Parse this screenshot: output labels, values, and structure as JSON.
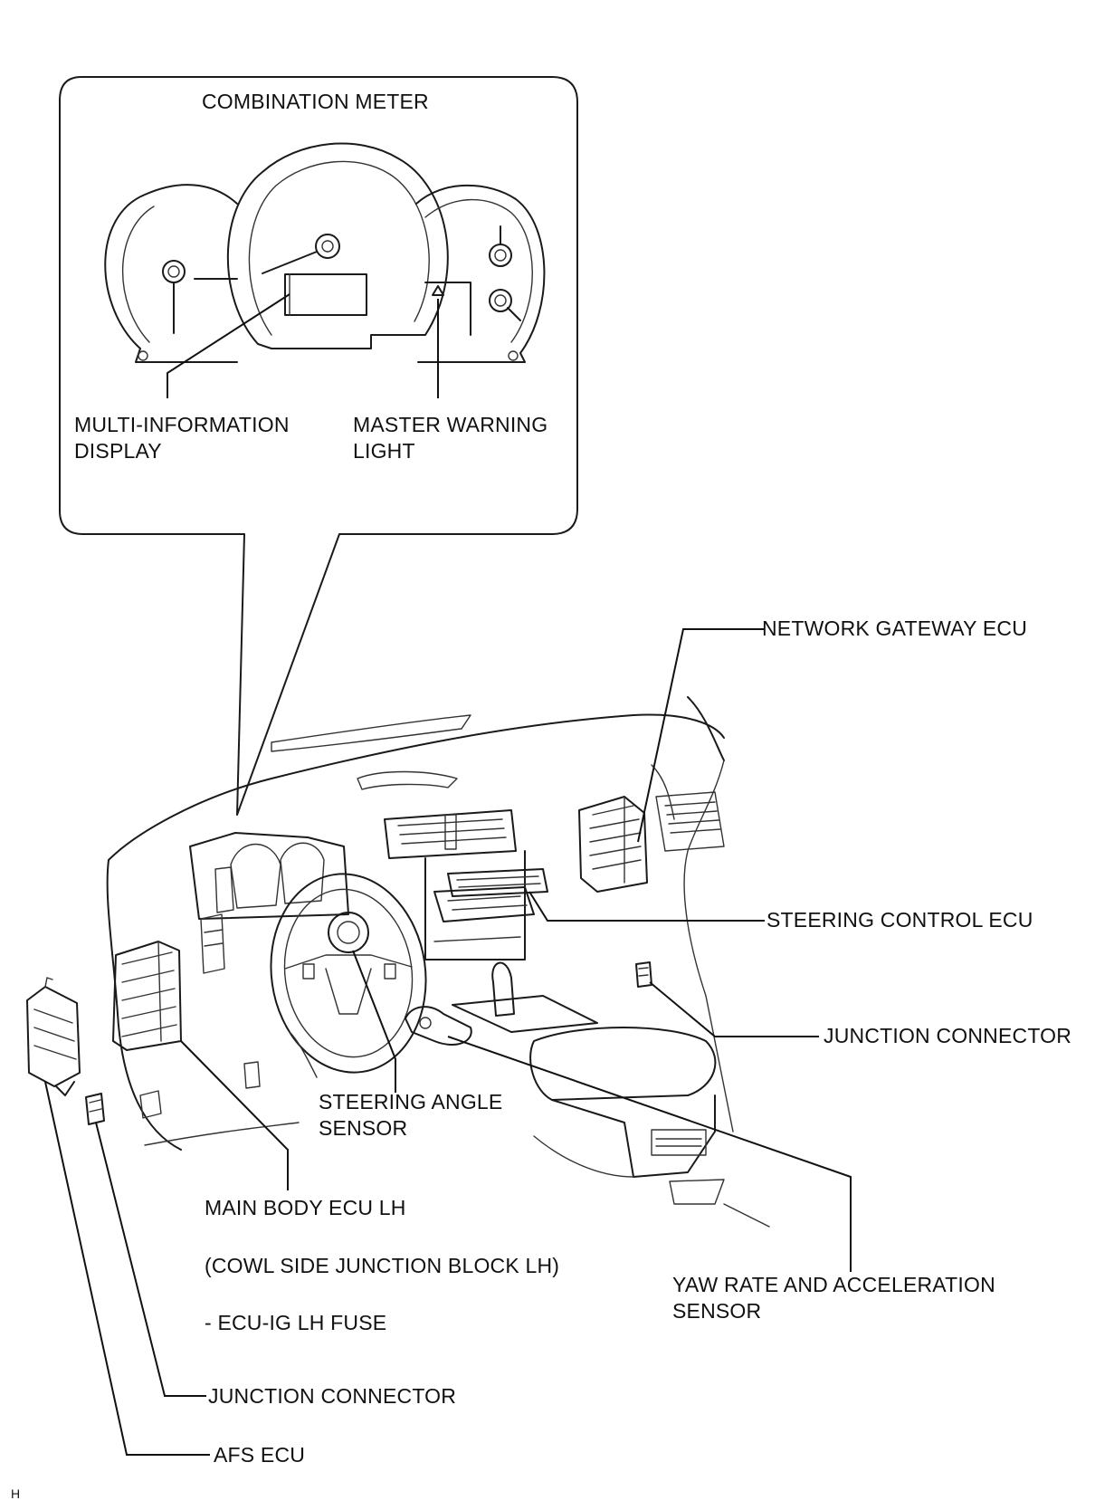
{
  "labels": {
    "combination_meter": "COMBINATION METER",
    "multi_information_display": [
      "MULTI-INFORMATION",
      "DISPLAY"
    ],
    "master_warning_light": [
      "MASTER WARNING",
      "LIGHT"
    ],
    "network_gateway_ecu": "NETWORK GATEWAY ECU",
    "steering_control_ecu": "STEERING CONTROL ECU",
    "junction_connector_right": "JUNCTION CONNECTOR",
    "steering_angle_sensor": [
      "STEERING ANGLE",
      "SENSOR"
    ],
    "main_body_ecu_lh": "MAIN BODY ECU LH",
    "cowl_side_junction_block": "(COWL SIDE JUNCTION BLOCK LH)",
    "ecu_ig_lh_fuse": "- ECU-IG LH FUSE",
    "yaw_rate_sensor": [
      "YAW RATE AND ACCELERATION",
      "SENSOR"
    ],
    "junction_connector_left": "JUNCTION CONNECTOR",
    "afs_ecu": "AFS ECU",
    "corner_mark": "H"
  }
}
